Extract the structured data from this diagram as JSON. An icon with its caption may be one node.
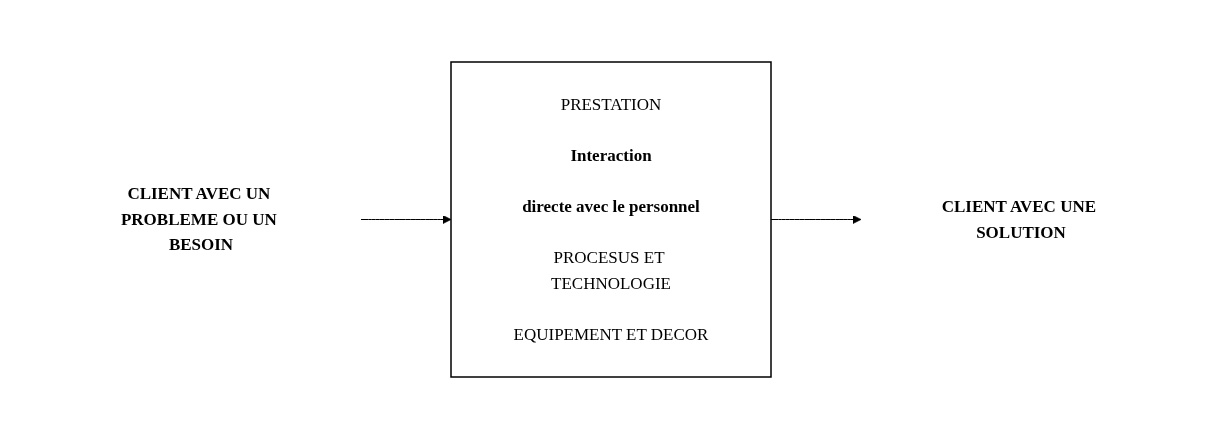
{
  "diagram": {
    "nodes": [
      {
        "text": [
          "CLIENT AVEC UN PROBLEME OU UN BESOIN"
        ]
      },
      {
        "text": [
          "PRESTATION",
          "Interaction",
          "directe avec le personnel",
          "PROCESUS ET TECHNOLOGIE",
          "EQUIPEMENT ET DECOR"
        ]
      },
      {
        "text": [
          "CLIENT AVEC UNE SOLUTION"
        ]
      }
    ],
    "edges": [
      {
        "from": 0,
        "to": 1,
        "arrow": "to"
      },
      {
        "from": 1,
        "to": 2,
        "arrow": "to"
      }
    ]
  }
}
